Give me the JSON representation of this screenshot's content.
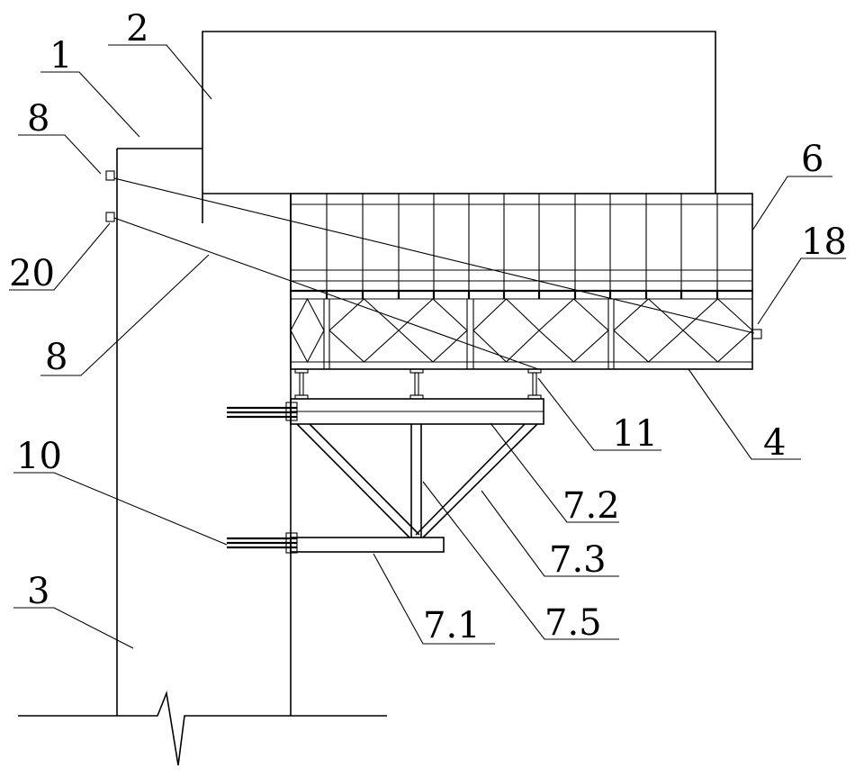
{
  "labels": {
    "l1": "1",
    "l2": "2",
    "l3": "3",
    "l4": "4",
    "l6": "6",
    "l8_top": "8",
    "l8_bottom": "8",
    "l10": "10",
    "l11": "11",
    "l18": "18",
    "l20": "20",
    "l7_1": "7.1",
    "l7_2": "7.2",
    "l7_3": "7.3",
    "l7_5": "7.5"
  },
  "colors": {
    "stroke": "#000000",
    "background": "#ffffff"
  }
}
